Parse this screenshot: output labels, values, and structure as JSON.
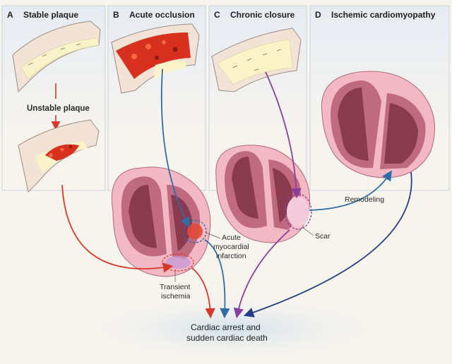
{
  "panels": [
    {
      "letter": "A",
      "title": "Stable plaque"
    },
    {
      "letter": "B",
      "title": "Acute occlusion"
    },
    {
      "letter": "C",
      "title": "Chronic closure"
    },
    {
      "letter": "D",
      "title": "Ischemic cardiomyopathy"
    }
  ],
  "labels": {
    "unstable_plaque": "Unstable plaque",
    "acute_mi_1": "Acute",
    "acute_mi_2": "myocardial",
    "acute_mi_3": "infarction",
    "transient_1": "Transient",
    "transient_2": "ischemia",
    "scar": "Scar",
    "remodeling": "Remodeling"
  },
  "outcome": {
    "line1": "Cardiac arrest and",
    "line2": "sudden cardiac death"
  },
  "colors": {
    "vessel": "#f3e2d6",
    "vessel_edge": "#9b8d84",
    "plaque": "#fbf3c8",
    "clot": "#d7301f",
    "heart_outer": "#f2b8c3",
    "heart_wall": "#c06a80",
    "heart_cavity": "#8a3a4e",
    "arrow_red": "#d9372b",
    "arrow_blue": "#2f6ea8",
    "arrow_purple": "#8a3fa0",
    "arrow_navy": "#263e87"
  }
}
